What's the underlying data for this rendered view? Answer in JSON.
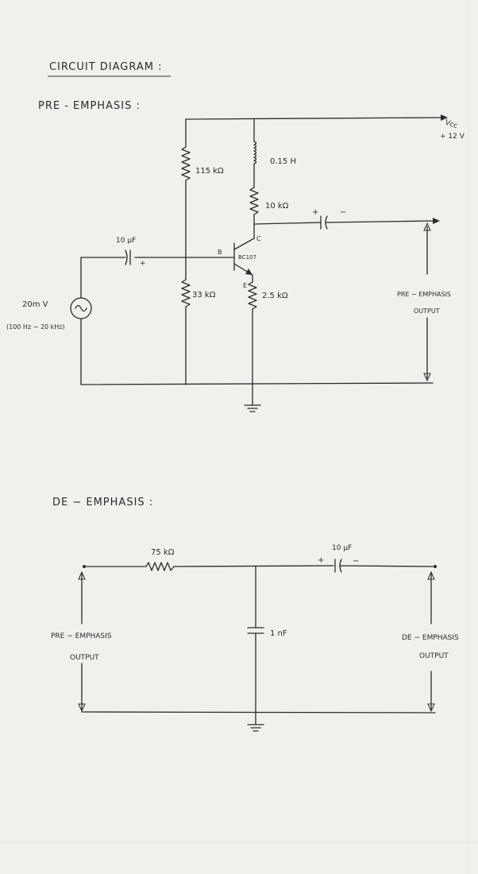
{
  "page": {
    "heading": "CIRCUIT DIAGRAM :"
  },
  "pre_emphasis": {
    "title": "PRE - EMPHASIS :",
    "vcc_label": "Vcc",
    "vcc_value": "+ 12 V",
    "r1": "115 kΩ",
    "inductor": "0.15 H",
    "rc": "10 kΩ",
    "cin": "10 μF",
    "cin_plus": "+",
    "cout_plus": "+",
    "cout_minus": "−",
    "transistor": "BC107",
    "pin_b": "B",
    "pin_c": "C",
    "pin_e": "E",
    "r2": "33 kΩ",
    "re": "2.5 kΩ",
    "source_amp": "20m V",
    "source_freq": "(100 Hz − 20 kHz)",
    "output_line1": "PRE − EMPHASIS",
    "output_line2": "OUTPUT"
  },
  "de_emphasis": {
    "title": "DE − EMPHASIS :",
    "resistor": "75 kΩ",
    "capacitor_series": "10 μF",
    "cap_plus": "+",
    "cap_minus": "−",
    "capacitor_shunt": "1 nF",
    "input_line1": "PRE − EMPHASIS",
    "input_line2": "OUTPUT",
    "output_line1": "DE − EMPHASIS",
    "output_line2": "OUTPUT"
  }
}
